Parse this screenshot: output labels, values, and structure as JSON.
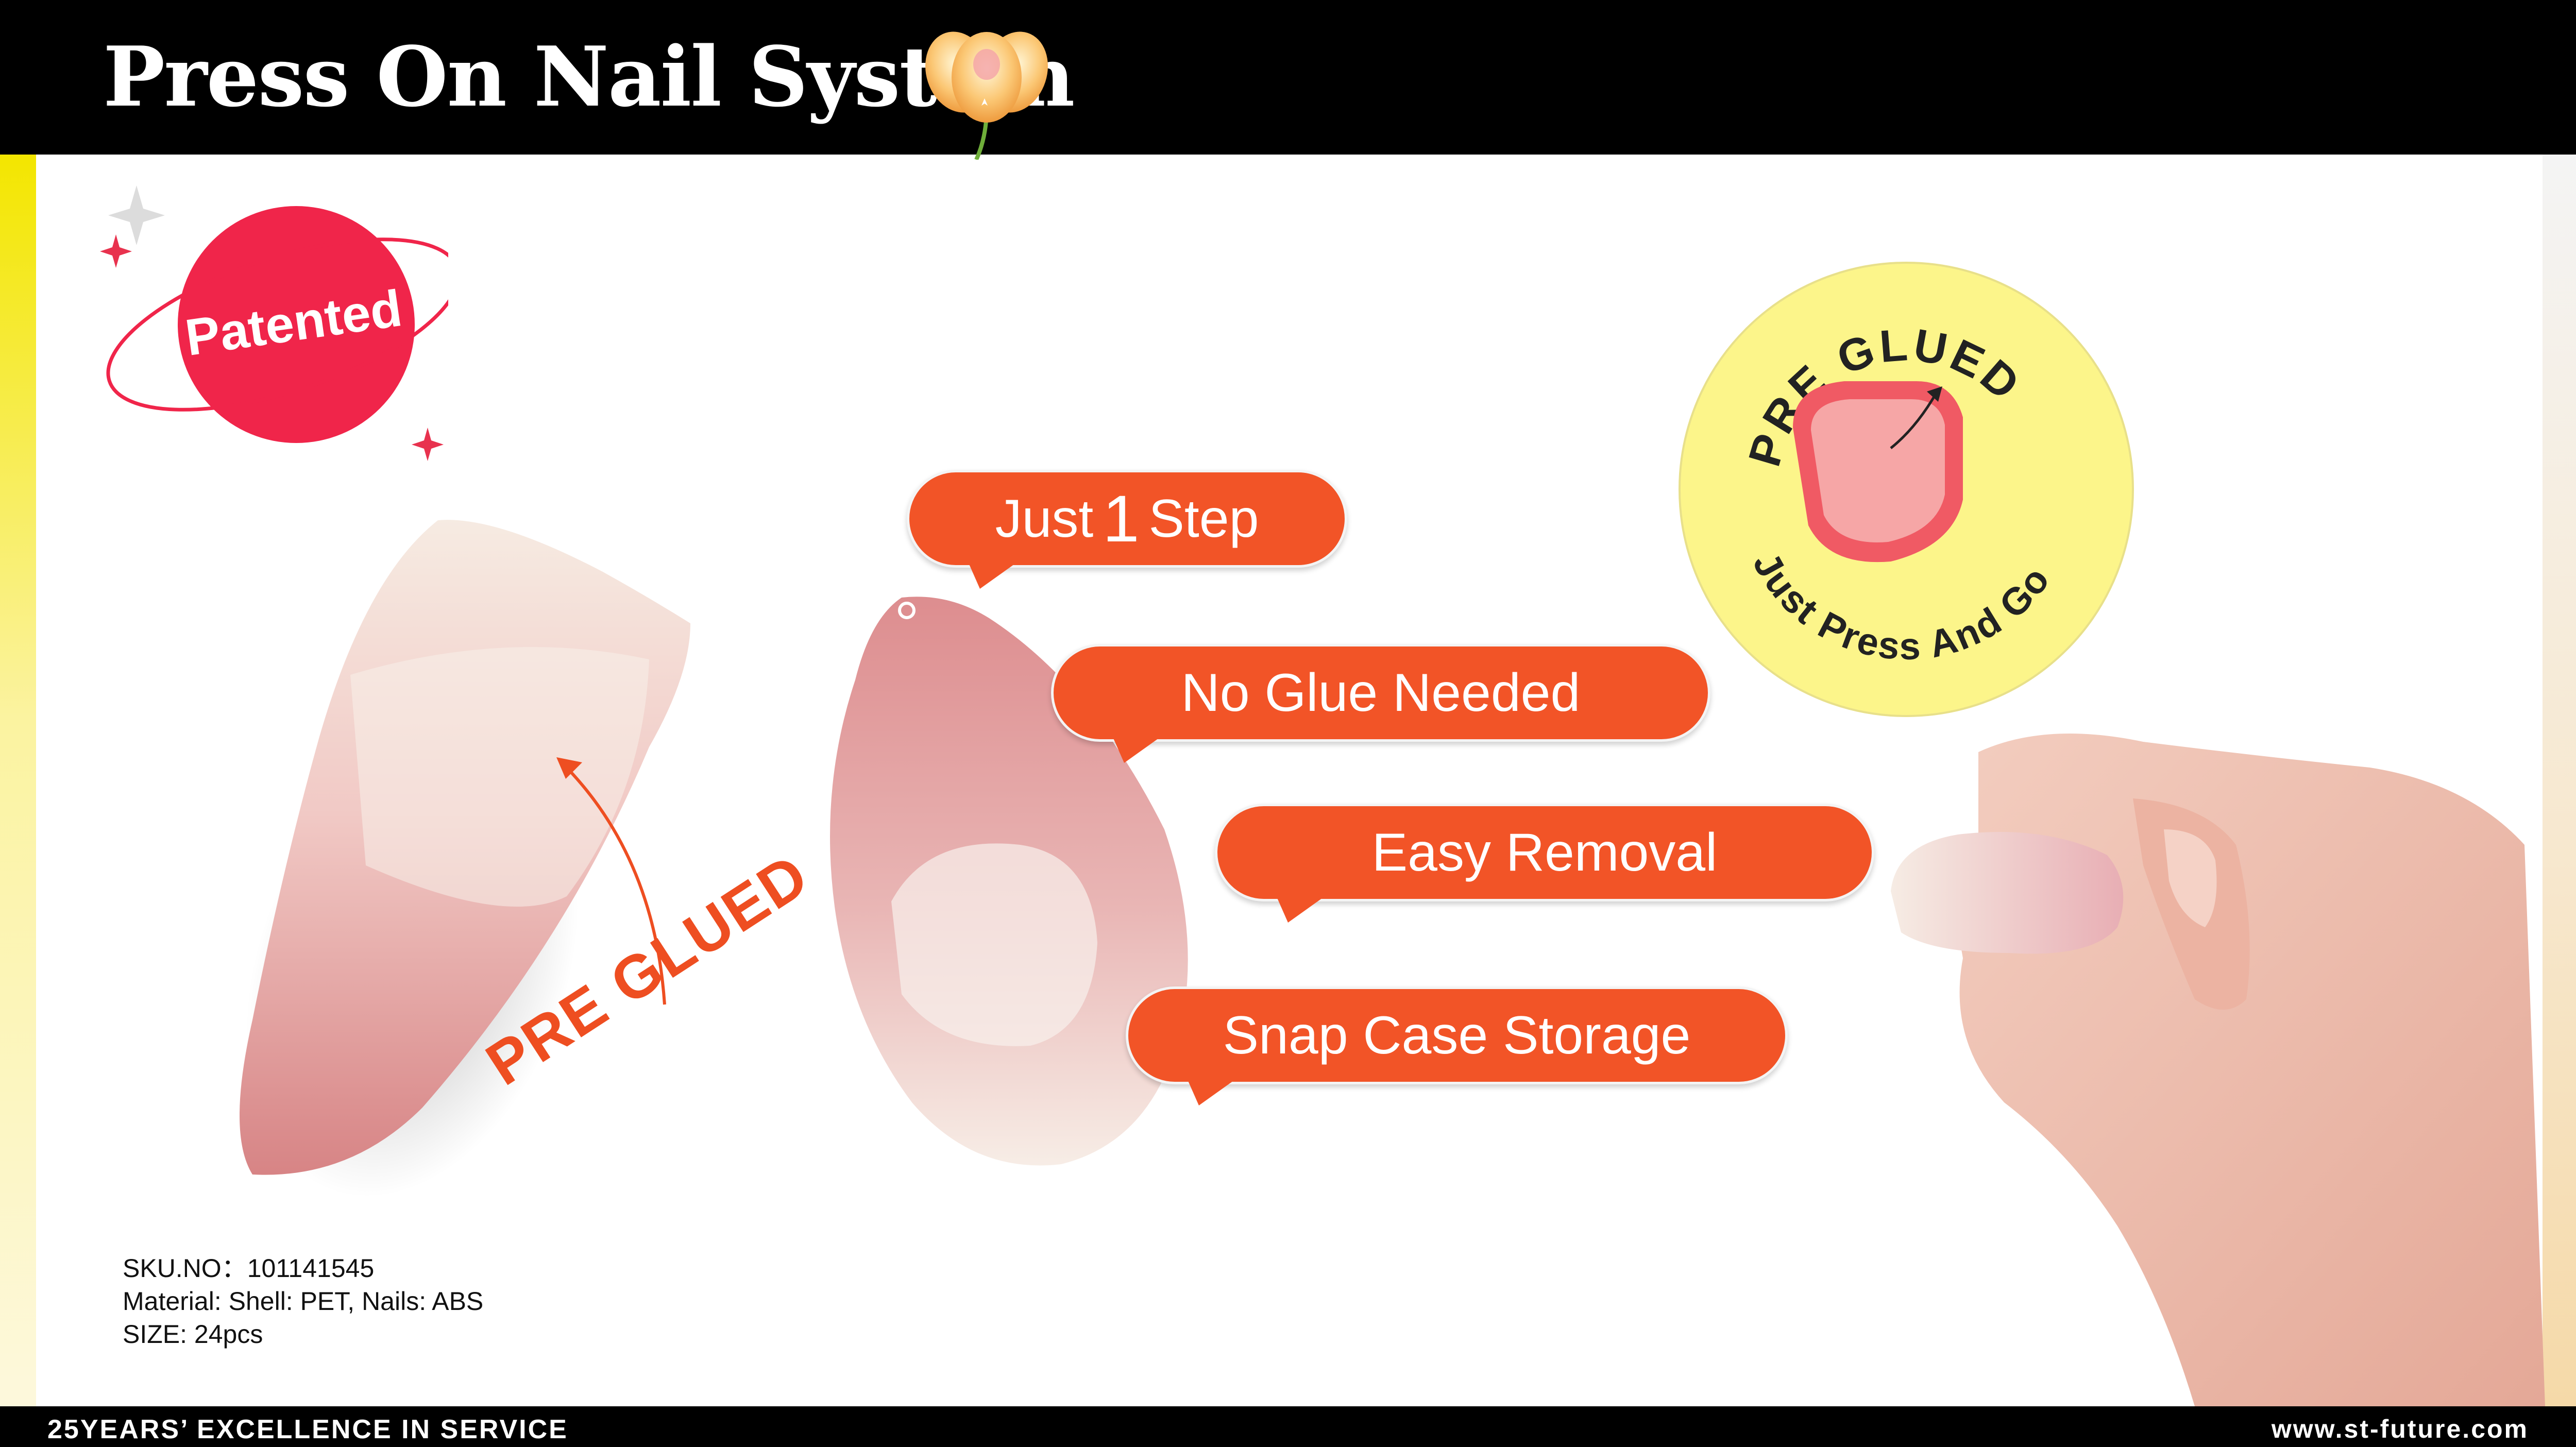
{
  "header": {
    "title": "Press On Nail System",
    "icon": "tulip-flower-icon"
  },
  "badge": {
    "label": "Patented",
    "color": "#f0254a"
  },
  "features": [
    {
      "prefix": "Just",
      "number": "1",
      "suffix": "Step"
    },
    {
      "label": "No Glue Needed"
    },
    {
      "label": "Easy Removal"
    },
    {
      "label": "Snap Case Storage"
    }
  ],
  "feature_color": "#f25427",
  "seal": {
    "top_text": "PRE GLUED",
    "bottom_text": "Just Press And Go",
    "bg_color": "#fcf58a"
  },
  "annotation": {
    "label": "PRE GLUED"
  },
  "specs": {
    "sku": "SKU.NO：101141545",
    "material": "Material:  Shell: PET, Nails: ABS",
    "size": "SIZE: 24pcs"
  },
  "footer": {
    "left": "25YEARS’ EXCELLENCE IN SERVICE",
    "right": "www.st-future.com"
  }
}
